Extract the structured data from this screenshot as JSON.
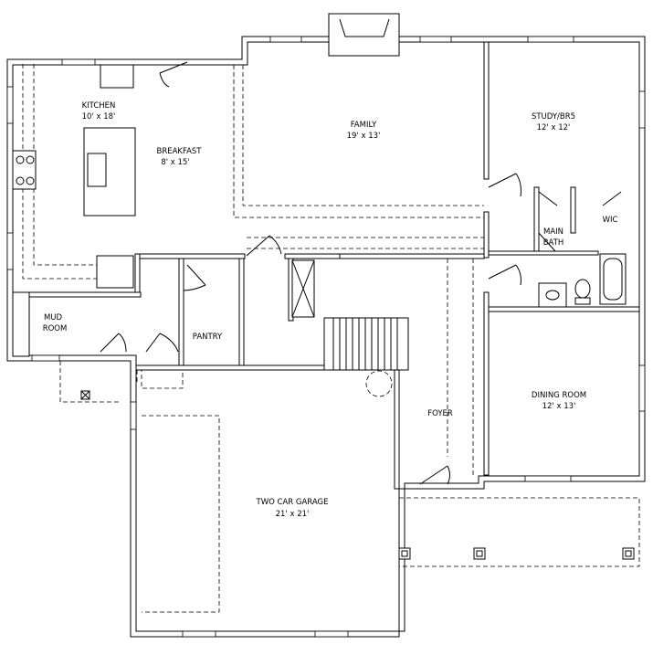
{
  "plan": {
    "rooms": {
      "kitchen": {
        "name": "KITCHEN",
        "size": "10' x 18'"
      },
      "breakfast": {
        "name": "BREAKFAST",
        "size": "8' x 15'"
      },
      "family": {
        "name": "FAMILY",
        "size": "19' x 13'"
      },
      "study": {
        "name": "STUDY/BR5",
        "size": "12' x 12'"
      },
      "main_bath": {
        "name1": "MAIN",
        "name2": "BATH"
      },
      "wic": {
        "name": "WIC"
      },
      "mud_room": {
        "name1": "MUD",
        "name2": "ROOM"
      },
      "pantry": {
        "name": "PANTRY"
      },
      "foyer": {
        "name": "FOYER"
      },
      "dining": {
        "name": "DINING ROOM",
        "size": "12' x 13'"
      },
      "garage": {
        "name": "TWO CAR GARAGE",
        "size": "21' x 21'"
      }
    }
  }
}
